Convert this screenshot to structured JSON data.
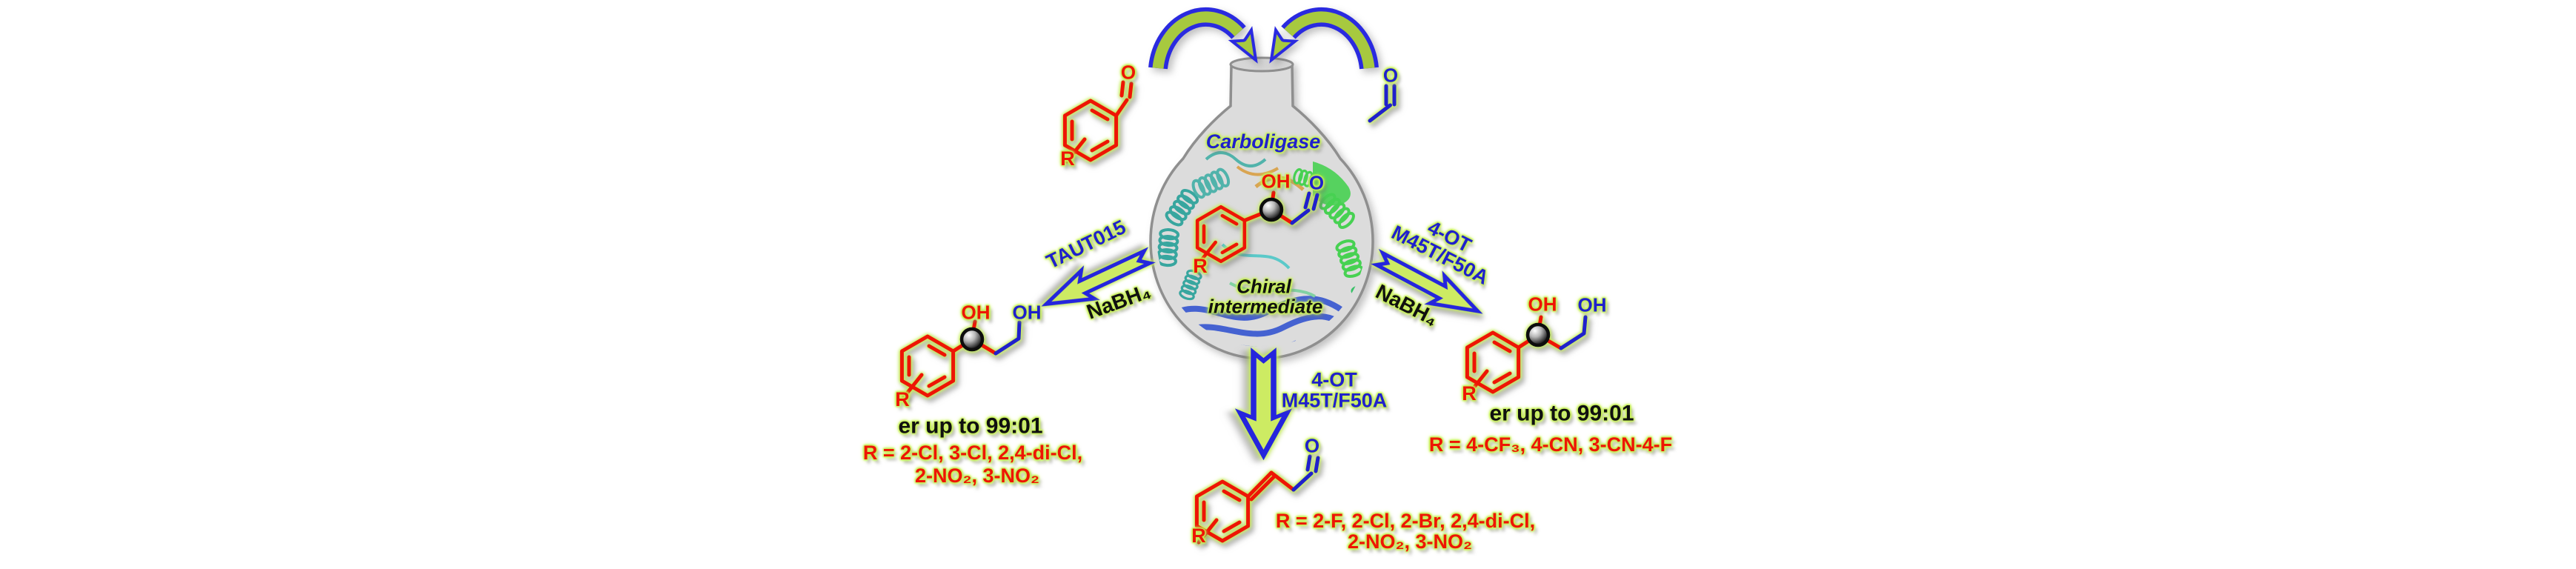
{
  "colors": {
    "accent_blue": "#2020cc",
    "structure_red": "#ee1505",
    "glow_green": "#c8f157",
    "arrow_fill": "#cdeb63",
    "arch_fill": "#a7c93f",
    "flask_gray": "#dcdcdc"
  },
  "flask": {
    "enzyme_name": "Carboligase",
    "intermediate_line1": "Chiral",
    "intermediate_line2": "intermediate"
  },
  "atoms": {
    "oh": "OH",
    "o": "O",
    "r": "R"
  },
  "reactions": {
    "left": {
      "enzyme": "TAUT015",
      "reductant": "NaBH₄",
      "er": "er up to 99:01",
      "substituents1": "R = 2-Cl, 3-Cl, 2,4-di-Cl,",
      "substituents2": "2-NO₂, 3-NO₂"
    },
    "right": {
      "enzyme1": "4-OT",
      "enzyme2": "M45T/F50A",
      "reductant": "NaBH₄",
      "er": "er up to 99:01",
      "substituents1": "R = 4-CF₃, 4-CN, 3-CN-4-F"
    },
    "bottom": {
      "enzyme1": "4-OT",
      "enzyme2": "M45T/F50A",
      "substituents1": "R = 2-F, 2-Cl, 2-Br, 2,4-di-Cl,",
      "substituents2": "2-NO₂, 3-NO₂"
    }
  }
}
